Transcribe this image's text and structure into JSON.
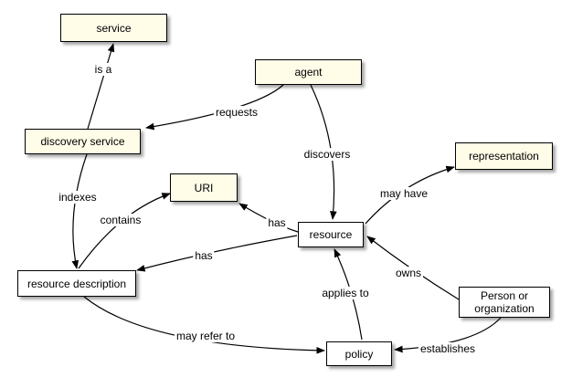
{
  "nodes": {
    "service": "service",
    "agent": "agent",
    "discovery_service": "discovery service",
    "representation": "representation",
    "uri": "URI",
    "resource": "resource",
    "resource_description": "resource description",
    "person_or_organization": "Person or\norganization",
    "policy": "policy"
  },
  "edges": {
    "is_a": "is a",
    "requests": "requests",
    "discovers": "discovers",
    "may_have": "may have",
    "indexes": "indexes",
    "contains": "contains",
    "has_uri": "has",
    "has_description": "has",
    "owns": "owns",
    "applies_to": "applies to",
    "may_refer_to": "may refer to",
    "establishes": "establishes"
  },
  "colors": {
    "cream_node_fill": "#fffce8",
    "white_node_fill": "#ffffff",
    "line": "#000000"
  }
}
